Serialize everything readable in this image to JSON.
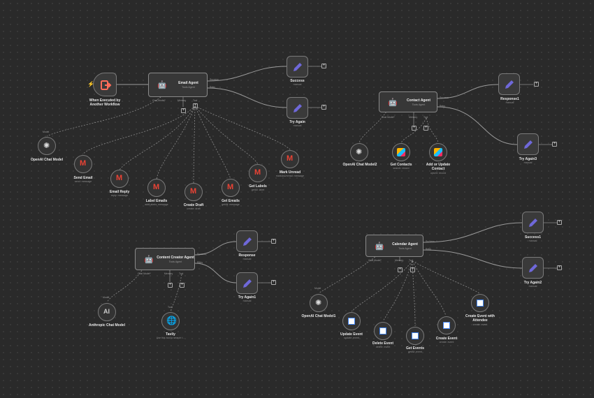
{
  "colors": {
    "background": "#2a2a2a",
    "node": "#3a3a3a",
    "edge": "#9a9a9a",
    "pencil": "#6f68d9",
    "trigger": "#ff6d5a",
    "gmail_red": "#ea4335"
  },
  "trigger": {
    "title": "When Executed by Another Workflow"
  },
  "email_agent": {
    "title": "Email Agent",
    "subtitle": "Tools Agent",
    "port_success": "Success",
    "port_retry": "Retry",
    "port_chat": "Chat Model*",
    "port_memory": "Memory",
    "port_tool": "Tool",
    "success": {
      "title": "Success",
      "sub": "manual"
    },
    "try_again": {
      "title": "Try Again",
      "sub": "manual"
    },
    "model": {
      "tag": "Model",
      "title": "OpenAI Chat Model"
    },
    "send_email": {
      "title": "Send Email",
      "sub": "send: message"
    },
    "email_reply": {
      "title": "Email Reply",
      "sub": "reply: message"
    },
    "label_emails": {
      "title": "Label Emails",
      "sub": "addLabels: message"
    },
    "create_draft": {
      "title": "Create Draft",
      "sub": "create: draft"
    },
    "get_emails": {
      "title": "Get Emails",
      "sub": "getAll: message"
    },
    "get_labels": {
      "title": "Get Labels",
      "sub": "getAll: label"
    },
    "mark_unread": {
      "title": "Mark Unread",
      "sub": "markAsUnread: message"
    }
  },
  "contact_agent": {
    "title": "Contact Agent",
    "subtitle": "Tools Agent",
    "port_success": "Success",
    "port_retry": "Retry",
    "port_chat": "Chat Model*",
    "port_memory": "Memory",
    "port_tool": "Tool",
    "response": {
      "title": "Response1",
      "sub": "manual"
    },
    "try_again": {
      "title": "Try Again3",
      "sub": "manual"
    },
    "model": {
      "title": "OpenAI Chat Model2"
    },
    "get_contacts": {
      "title": "Get Contacts",
      "sub": "search: record"
    },
    "add_update": {
      "title": "Add or Update Contact",
      "sub": "upsert: record"
    }
  },
  "content_agent": {
    "title": "Content Creator Agent",
    "subtitle": "Tools Agent",
    "port_success": "Success",
    "port_retry": "Retry",
    "port_chat": "Chat Model*",
    "port_memory": "Memory",
    "port_tool": "Tool",
    "response": {
      "title": "Response",
      "sub": "manual"
    },
    "try_again": {
      "title": "Try Again1",
      "sub": "manual"
    },
    "model": {
      "tag": "Model",
      "title": "Anthropic Chat Model"
    },
    "tavily": {
      "tag": "Tool",
      "title": "Tavily",
      "sub": "Use this tool to search t..."
    }
  },
  "calendar_agent": {
    "title": "Calendar Agent",
    "subtitle": "Tools Agent",
    "port_success": "Success",
    "port_retry": "Retry",
    "port_chat": "Chat Model*",
    "port_memory": "Memory",
    "port_tool": "Tool",
    "success": {
      "title": "Success1",
      "sub": "manual"
    },
    "try_again": {
      "title": "Try Again2",
      "sub": "manual"
    },
    "model": {
      "tag": "Model",
      "title": "OpenAI Chat Model1"
    },
    "update_event": {
      "title": "Update Event",
      "sub": "update: event"
    },
    "delete_event": {
      "title": "Delete Event",
      "sub": "delete: event"
    },
    "get_events": {
      "title": "Get Events",
      "sub": "getAll: event"
    },
    "create_event": {
      "title": "Create Event",
      "sub": "create: event"
    },
    "create_attendee": {
      "title": "Create Event with Attendee",
      "sub": "create: event"
    }
  }
}
